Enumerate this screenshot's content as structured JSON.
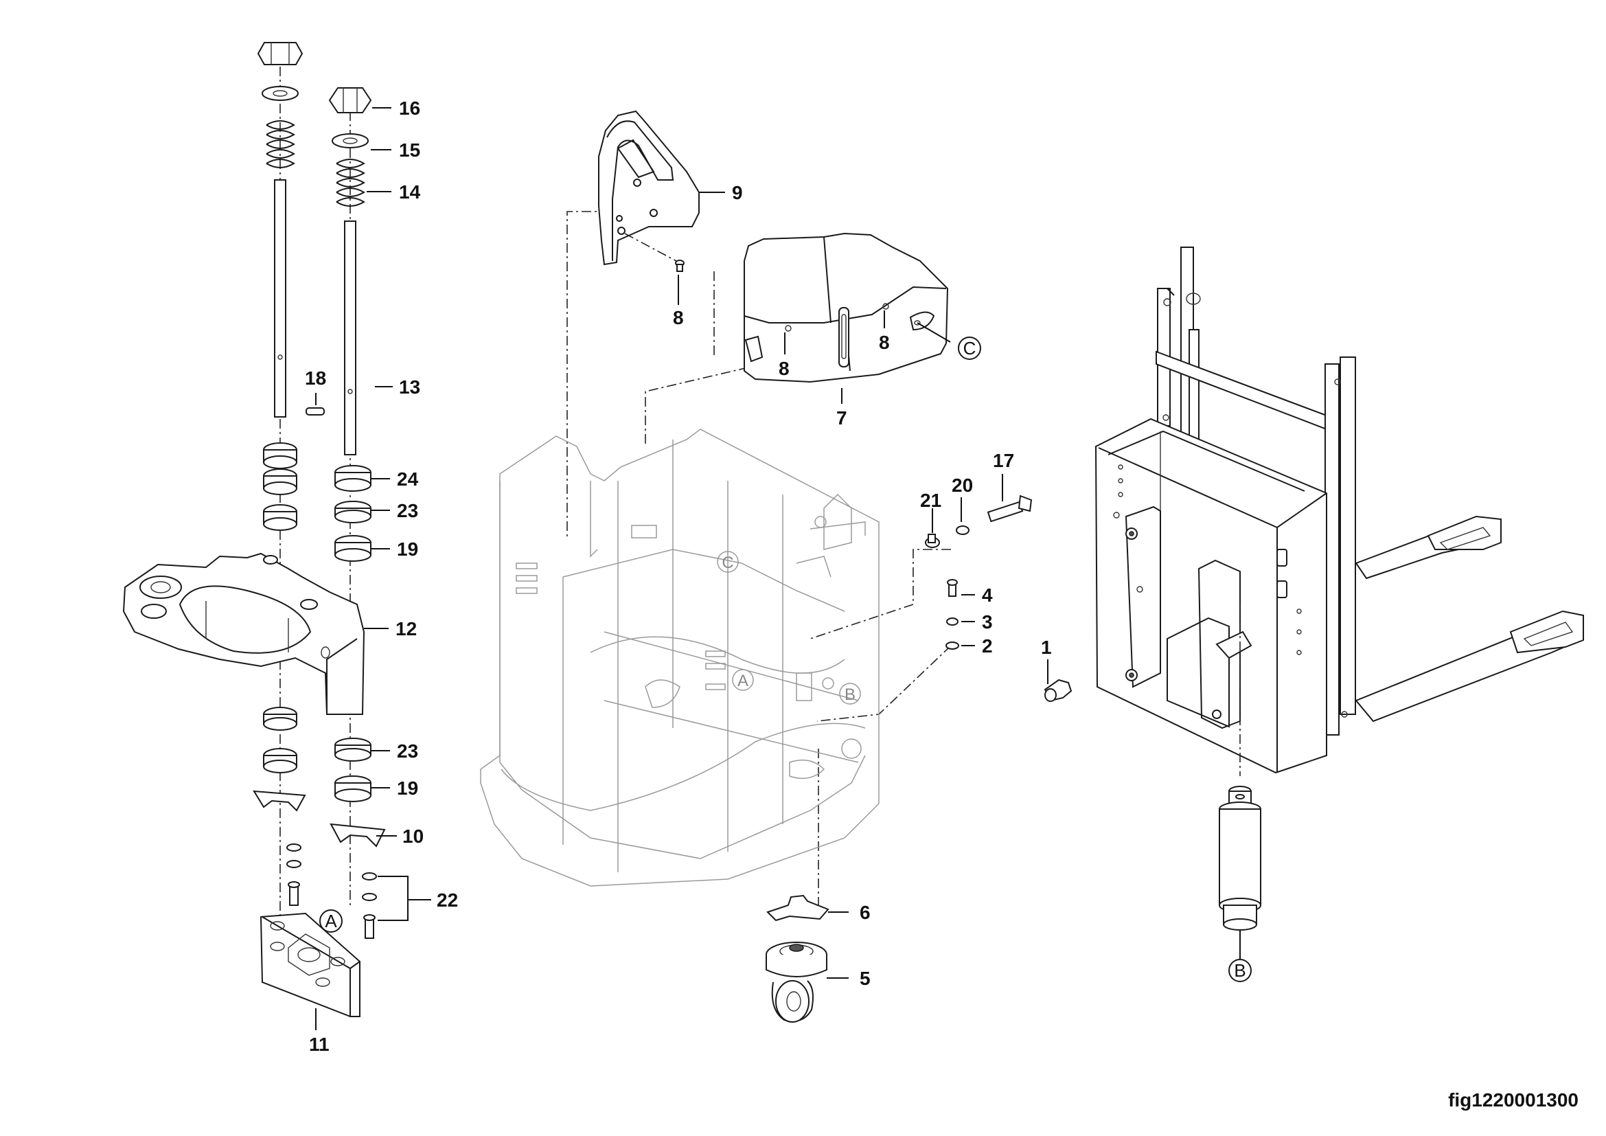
{
  "figure_id": "fig1220001300",
  "part_labels": {
    "p1": "1",
    "p2": "2",
    "p3": "3",
    "p4": "4",
    "p5": "5",
    "p6": "6",
    "p7": "7",
    "p8a": "8",
    "p8b": "8",
    "p8c": "8",
    "p9": "9",
    "p10": "10",
    "p11": "11",
    "p12": "12",
    "p13": "13",
    "p14": "14",
    "p15": "15",
    "p16": "16",
    "p17": "17",
    "p18": "18",
    "p19a": "19",
    "p19b": "19",
    "p20": "20",
    "p21": "21",
    "p22": "22",
    "p23a": "23",
    "p23b": "23",
    "p24": "24"
  },
  "reference_markers": {
    "a_plate": "A",
    "a_frame": "A",
    "b_cylinder": "B",
    "b_frame": "B",
    "c_cover": "C",
    "c_frame": "C"
  }
}
